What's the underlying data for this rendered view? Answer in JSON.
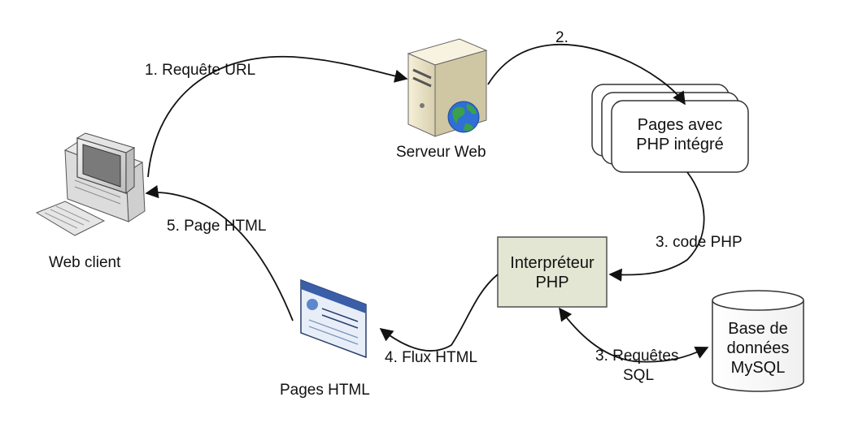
{
  "nodes": {
    "web_client": {
      "label": "Web client"
    },
    "web_server": {
      "label": "Serveur Web"
    },
    "php_pages": {
      "label_line1": "Pages avec",
      "label_line2": "PHP intégré"
    },
    "interpreter": {
      "label_line1": "Interpréteur",
      "label_line2": "PHP"
    },
    "database": {
      "label_line1": "Base de",
      "label_line2": "données",
      "label_line3": "MySQL"
    },
    "html_pages": {
      "label": "Pages HTML"
    }
  },
  "edges": {
    "url_request": "1. Requête URL",
    "step2": "2.",
    "php_code": "3. code PHP",
    "sql_requests_line1": "3. Requêtes",
    "sql_requests_line2": "SQL",
    "html_flow": "4. Flux HTML",
    "html_page": "5. Page HTML"
  },
  "colors": {
    "interpreter_fill": "#e2e6d3",
    "interpreter_border": "#5a5a5a",
    "server_body": "#efe8cc",
    "globe_blue": "#2f6fd6",
    "globe_green": "#3aa04a",
    "arrow": "#111111"
  },
  "icons": [
    "desktop-computer-icon",
    "server-icon",
    "globe-icon",
    "document-stack-icon",
    "database-cylinder-icon",
    "webpage-icon"
  ]
}
